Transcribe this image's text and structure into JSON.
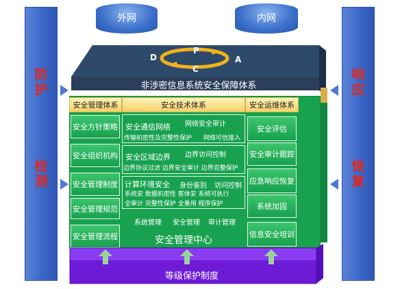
{
  "top": {
    "outer_net": "外网",
    "inner_net": "内网"
  },
  "cycle": {
    "d": "D",
    "p": "P",
    "a": "A",
    "c": "C"
  },
  "left_side": {
    "top_label": "防护",
    "bottom_label": "检测"
  },
  "right_side": {
    "top_label": "响应",
    "bottom_label": "恢复"
  },
  "roof_title": "非涉密信息系统安全保障体系",
  "columns": {
    "mgmt_header": "安全管理体系",
    "tech_header": "安全技术体系",
    "ops_header": "安全运维体系"
  },
  "mgmt_items": [
    "安全方针策略",
    "安全组织机构",
    "安全管理制度",
    "安全管理规范",
    "安全管理流程"
  ],
  "ops_items": [
    "安全评估",
    "安全审计跟踪",
    "应急响应恢复",
    "系统加固",
    "信息安全培训"
  ],
  "tech": {
    "comm_title": "安全通信网络",
    "comm_audit": "网络安全审计",
    "comm_line2": "传输机密性及完整性保护",
    "comm_trusted": "网络可信接入",
    "boundary_title": "安全区域边界",
    "boundary_access": "边界访问控制",
    "boundary_line2": "边界协议过滤 边界安全审计 边界完整保护",
    "env_title": "计算环境安全",
    "env_auth": "身份鉴别",
    "env_access": "访问控制",
    "env_line2": "系统安 数据机密性 客体安 系统可执行",
    "env_line3": "全审计 完整性保护 全重用 程序保护",
    "center_sys": "系统管理",
    "center_sec": "安全管理",
    "center_audit": "审计管理",
    "center_title": "安全管理中心"
  },
  "base": "等级保护制度",
  "colors": {
    "roof": "#2e4a6b",
    "green": "#1fae55",
    "gold": "#f3cf66",
    "purple": "#7a1fe0",
    "blue": "#3d68c9",
    "red_text": "#e0281f"
  }
}
